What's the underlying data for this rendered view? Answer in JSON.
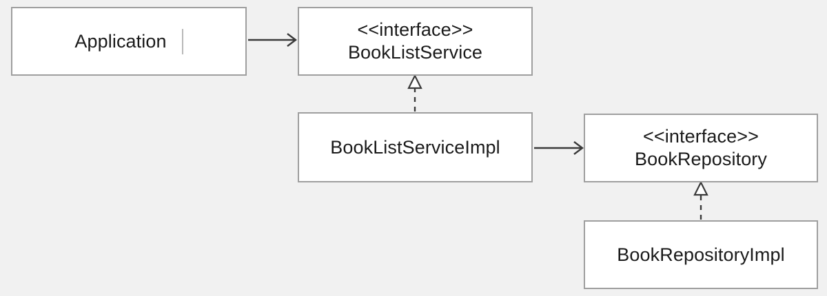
{
  "diagram": {
    "kind": "uml-class-diagram",
    "background_color": "#f1f1f1",
    "box_fill_color": "#ffffff",
    "box_border_color": "#9e9e9e",
    "line_color": "#3a3a3a",
    "text_color": "#1a1a1a",
    "caret_color": "#b8b8b8"
  },
  "nodes": [
    {
      "id": "application",
      "name": "Application",
      "stereotype": "",
      "editing_caret_visible": true
    },
    {
      "id": "book-list-service",
      "name": "BookListService",
      "stereotype": "<<interface>>",
      "editing_caret_visible": false
    },
    {
      "id": "book-list-service-impl",
      "name": "BookListServiceImpl",
      "stereotype": "",
      "editing_caret_visible": false
    },
    {
      "id": "book-repository",
      "name": "BookRepository",
      "stereotype": "<<interface>>",
      "editing_caret_visible": false
    },
    {
      "id": "book-repository-impl",
      "name": "BookRepositoryImpl",
      "stereotype": "",
      "editing_caret_visible": false
    }
  ],
  "edges": [
    {
      "id": "application-to-book-list-service",
      "from": "application",
      "to": "book-list-service",
      "style": "solid",
      "arrowhead": "open-arrow",
      "relation": "dependency",
      "label": ""
    },
    {
      "id": "book-list-service-impl-realizes-book-list-service",
      "from": "book-list-service-impl",
      "to": "book-list-service",
      "style": "dashed",
      "arrowhead": "hollow-triangle",
      "relation": "realization",
      "label": ""
    },
    {
      "id": "book-list-service-impl-to-book-repository",
      "from": "book-list-service-impl",
      "to": "book-repository",
      "style": "solid",
      "arrowhead": "open-arrow",
      "relation": "dependency",
      "label": ""
    },
    {
      "id": "book-repository-impl-realizes-book-repository",
      "from": "book-repository-impl",
      "to": "book-repository",
      "style": "dashed",
      "arrowhead": "hollow-triangle",
      "relation": "realization",
      "label": ""
    }
  ]
}
